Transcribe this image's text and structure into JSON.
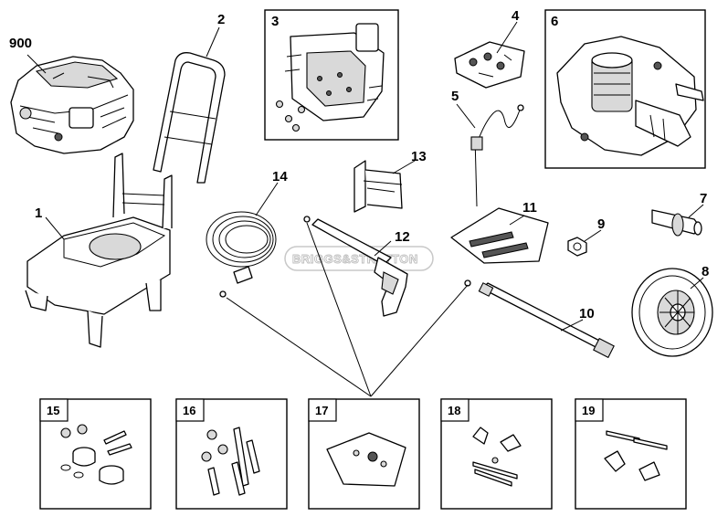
{
  "callouts": [
    "900",
    "1",
    "2",
    "3",
    "4",
    "5",
    "6",
    "7",
    "8",
    "9",
    "10",
    "11",
    "12",
    "13",
    "14"
  ],
  "kits": [
    "15",
    "16",
    "17",
    "18",
    "19"
  ],
  "watermark": "BRIGGS&STRATTON"
}
